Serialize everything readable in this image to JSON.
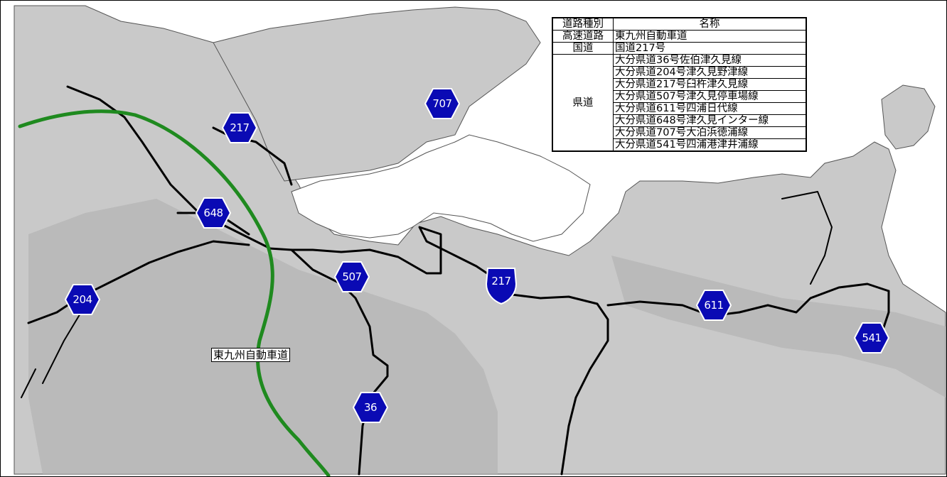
{
  "legend": {
    "headers": {
      "category": "道路種別",
      "name": "名称"
    },
    "rows": [
      {
        "category": "高速道路",
        "names": [
          "東九州自動車道"
        ]
      },
      {
        "category": "国道",
        "names": [
          "国道217号"
        ]
      },
      {
        "category": "県道",
        "names": [
          "大分県道36号佐伯津久見線",
          "大分県道204号津久見野津線",
          "大分県道217号臼杵津久見線",
          "大分県道507号津久見停車場線",
          "大分県道611号四浦日代線",
          "大分県道648号津久見インター線",
          "大分県道707号大泊浜徳浦線",
          "大分県道541号四浦港津井浦線"
        ]
      }
    ]
  },
  "map_labels": {
    "expressway": "東九州自動車道"
  },
  "route_shields": [
    {
      "id": "217-pref",
      "number": "217",
      "kind": "prefectural"
    },
    {
      "id": "707",
      "number": "707",
      "kind": "prefectural"
    },
    {
      "id": "648",
      "number": "648",
      "kind": "prefectural"
    },
    {
      "id": "507",
      "number": "507",
      "kind": "prefectural"
    },
    {
      "id": "217-natl",
      "number": "217",
      "kind": "national"
    },
    {
      "id": "204",
      "number": "204",
      "kind": "prefectural"
    },
    {
      "id": "611",
      "number": "611",
      "kind": "prefectural"
    },
    {
      "id": "541",
      "number": "541",
      "kind": "prefectural"
    },
    {
      "id": "36",
      "number": "36",
      "kind": "prefectural"
    }
  ],
  "colors": {
    "land": "#c9c9c9",
    "land_inner": "#b3b3b3",
    "sea": "#ffffff",
    "expressway": "#1f8a1f",
    "road": "#000000",
    "shield_fill": "#0a0ab4",
    "shield_text": "#ffffff"
  }
}
